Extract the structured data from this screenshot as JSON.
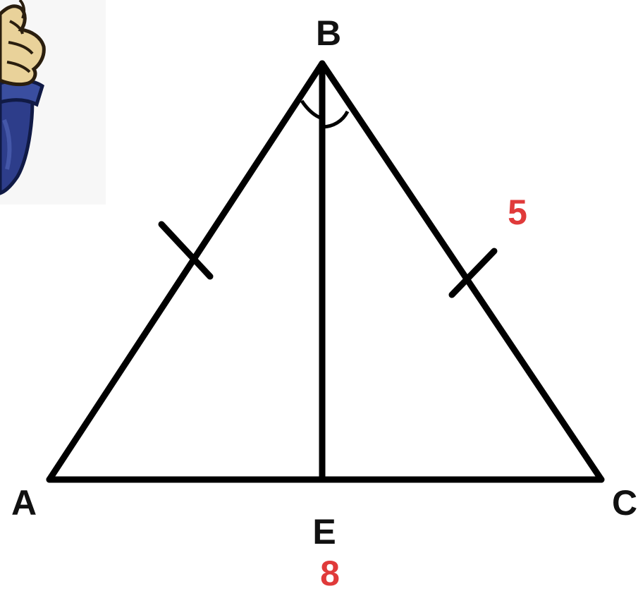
{
  "labels": {
    "vertex_a": "A",
    "vertex_b": "B",
    "vertex_c": "C",
    "foot_e": "E",
    "side_bc": "5",
    "base_ac": "8"
  },
  "colors": {
    "line": "#000000",
    "measure": "#e03a3a",
    "text": "#111111"
  },
  "icons": {
    "corner_art": "cartoon-hand-thumbs-up-icon"
  }
}
